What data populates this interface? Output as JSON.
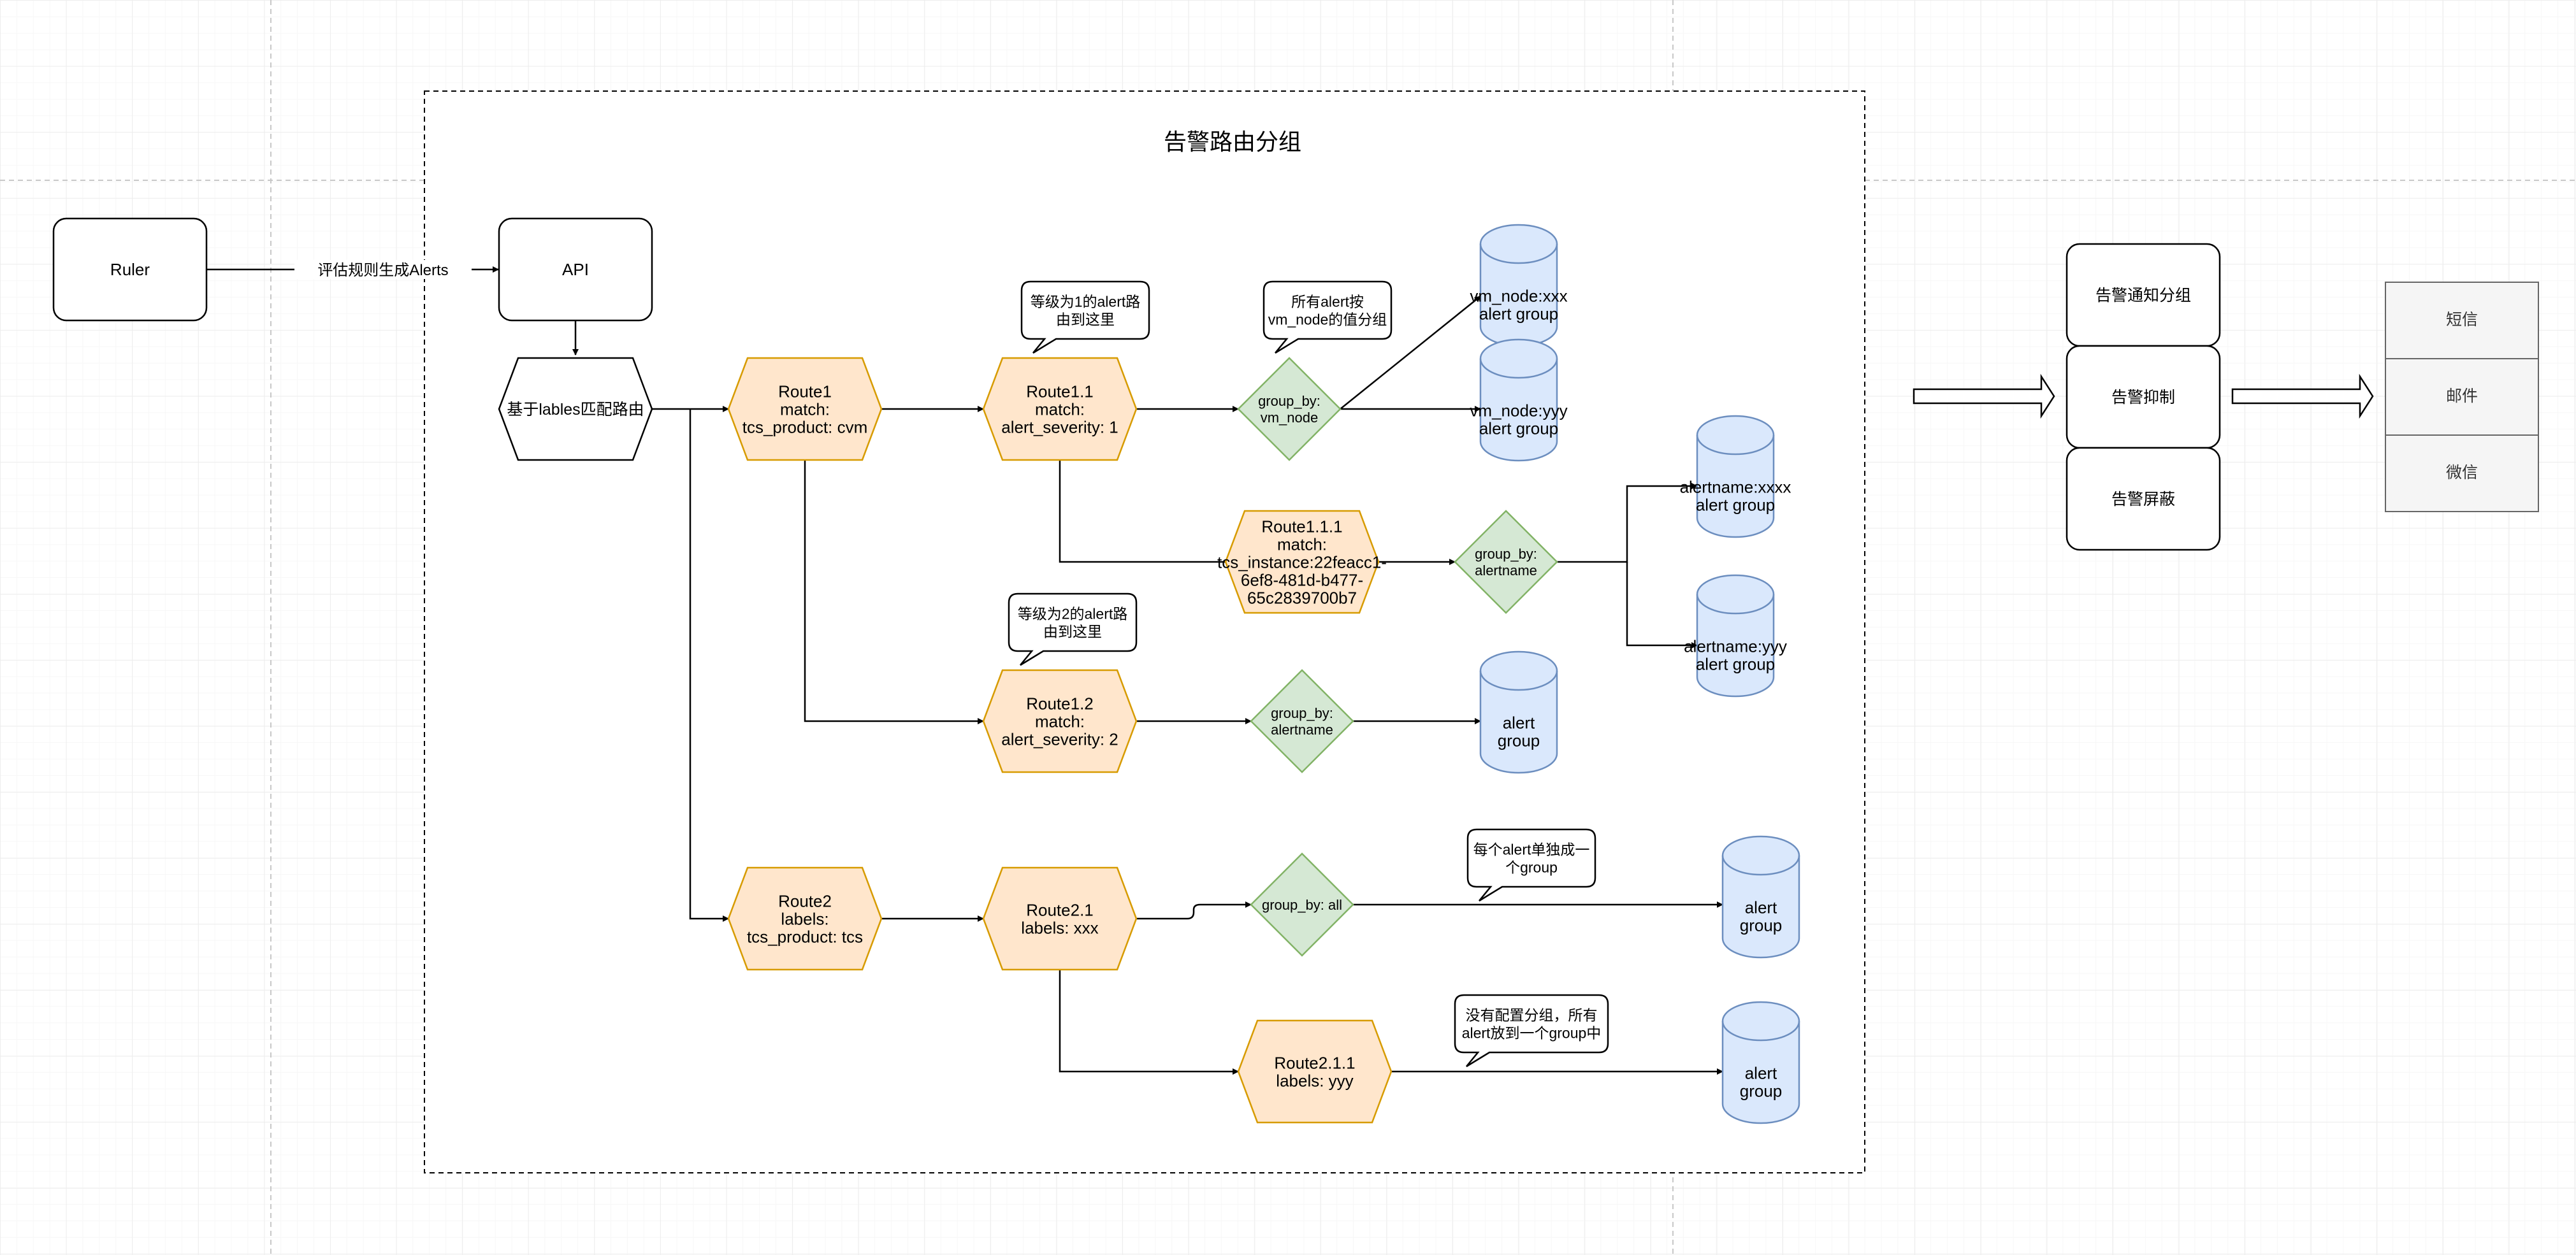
{
  "title": "告警路由分组",
  "ruler": "Ruler",
  "ruler_edge_label": "评估规则生成Alerts",
  "api": "API",
  "router": "基于lables匹配路由",
  "route1": [
    "Route1",
    "match:",
    "tcs_product: cvm"
  ],
  "route11": [
    "Route1.1",
    "match:",
    "alert_severity: 1"
  ],
  "route12": [
    "Route1.2",
    "match:",
    "alert_severity: 2"
  ],
  "route111": [
    "Route1.1.1",
    "match:",
    "tcs_instance:22feacc1-",
    "6ef8-481d-b477-",
    "65c2839700b7"
  ],
  "route2": [
    "Route2",
    "labels:",
    "tcs_product: tcs"
  ],
  "route21": [
    "Route2.1",
    "labels: xxx"
  ],
  "route211": [
    "Route2.1.1",
    "labels: yyy"
  ],
  "groupby_vm_node": [
    "group_by:",
    "vm_node"
  ],
  "groupby_alertname_1": [
    "group_by:",
    "alertname"
  ],
  "groupby_alertname_2": [
    "group_by:",
    "alertname"
  ],
  "groupby_all": [
    "group_by: all"
  ],
  "cyl_vm_node_xxx": [
    "vm_node:xxx",
    "alert group"
  ],
  "cyl_vm_node_yyy": [
    "vm_node:yyy",
    "alert group"
  ],
  "cyl_alertname_xxxx": [
    "alertname:xxxx",
    "alert group"
  ],
  "cyl_alertname_yyy": [
    "alertname:yyy",
    "alert group"
  ],
  "cyl_alert_group_r12": [
    "alert",
    "group"
  ],
  "cyl_alert_group_all": [
    "alert",
    "group"
  ],
  "cyl_alert_group_default": [
    "alert",
    "group"
  ],
  "callout_sev1": [
    "等级为1的alert路",
    "由到这里"
  ],
  "callout_sev2": [
    "等级为2的alert路",
    "由到这里"
  ],
  "callout_vm_node": [
    "所有alert按",
    "vm_node的值分组"
  ],
  "callout_each": [
    "每个alert单独成一",
    "个group"
  ],
  "callout_none": [
    "没有配置分组，所有",
    "alert放到一个group中"
  ],
  "pipeline": [
    "告警通知分组",
    "告警抑制",
    "告警屏蔽"
  ],
  "channels": [
    "短信",
    "邮件",
    "微信"
  ],
  "colors": {
    "hex_fill": "#ffe6cc",
    "hex_stroke": "#d79b00",
    "diamond_fill": "#d5e8d4",
    "diamond_stroke": "#82b366",
    "cyl_fill": "#dae8fc",
    "cyl_stroke": "#6c8ebf",
    "channel_fill": "#f5f5f5",
    "channel_stroke": "#666666"
  }
}
